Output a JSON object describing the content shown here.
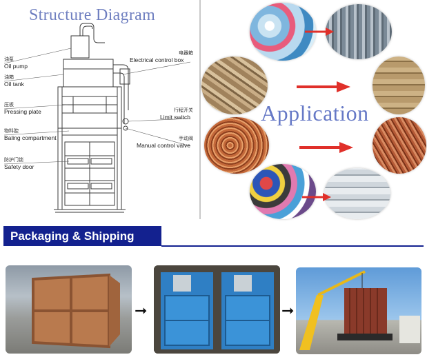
{
  "structure": {
    "title": "Structure Diagram",
    "labels": [
      {
        "cn": "油泵",
        "en": "Oil pump"
      },
      {
        "cn": "油箱",
        "en": "Oil tank"
      },
      {
        "cn": "压板",
        "en": "Pressing plate"
      },
      {
        "cn": "物料腔",
        "en": "Baling compartment"
      },
      {
        "cn": "防护门锁",
        "en": "Safety door"
      },
      {
        "cn": "电器箱",
        "en": "Electrical control box"
      },
      {
        "cn": "行程开关",
        "en": "Limit switch"
      },
      {
        "cn": "手动阀",
        "en": "Manual control valve"
      }
    ]
  },
  "application": {
    "title": "Application",
    "items": [
      {
        "raw": "plastic-bottles",
        "baled": "bottle-bale"
      },
      {
        "raw": "cardboard-scraps",
        "baled": "cardboard-bale"
      },
      {
        "raw": "copper-wire",
        "baled": "wire-bale"
      },
      {
        "raw": "used-clothes",
        "baled": "clothes-bale"
      }
    ]
  },
  "packaging": {
    "title": "Packaging & Shipping",
    "photos": [
      "wooden-crate",
      "balers-in-container",
      "container-crane-loading"
    ]
  },
  "colors": {
    "banner": "#13218f",
    "title_text": "#6f7fc0",
    "arrow_red": "#e0302a"
  }
}
